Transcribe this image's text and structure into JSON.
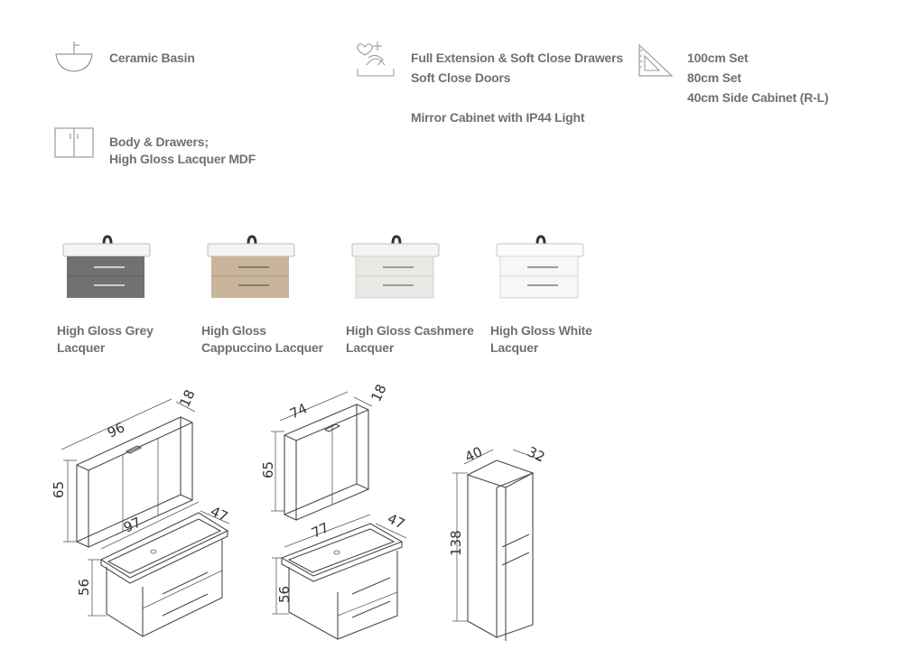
{
  "features": {
    "basin": "Ceramic Basin",
    "body_line1": "Body & Drawers;",
    "body_line2": "High Gloss Lacquer MDF",
    "drawers": "Full Extension & Soft Close Drawers",
    "doors": "Soft Close Doors",
    "mirror": "Mirror Cabinet with IP44 Light",
    "size_100": "100cm Set",
    "size_80": "80cm Set",
    "size_40": "40cm Side Cabinet (R-L)"
  },
  "finishes": [
    {
      "line1": "High Gloss Grey",
      "line2": "Lacquer",
      "color": "#6f7173"
    },
    {
      "line1": "High Gloss",
      "line2": "Cappuccino Lacquer",
      "color": "#c9b49c"
    },
    {
      "line1": "High Gloss Cashmere",
      "line2": "Lacquer",
      "color": "#e9e8e4"
    },
    {
      "line1": "High Gloss White",
      "line2": "Lacquer",
      "color": "#f7f7f7"
    }
  ],
  "dimensions": {
    "set100": {
      "mirror_width": "96",
      "mirror_depth": "18",
      "mirror_height": "65",
      "vanity_width": "97",
      "vanity_depth": "47",
      "vanity_height": "56"
    },
    "set80": {
      "mirror_width": "74",
      "mirror_depth": "18",
      "mirror_height": "65",
      "vanity_width": "77",
      "vanity_depth": "47",
      "vanity_height": "56"
    },
    "side": {
      "width": "40",
      "depth": "32",
      "height": "138"
    }
  }
}
